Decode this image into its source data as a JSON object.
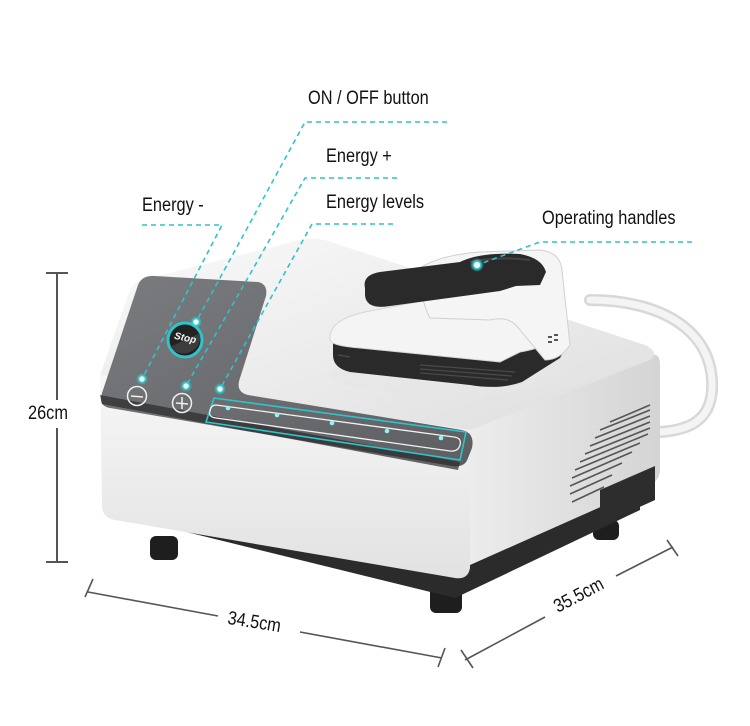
{
  "callouts": {
    "on_off": "ON / OFF button",
    "energy_plus": "Energy +",
    "energy_levels": "Energy levels",
    "energy_minus": "Energy -",
    "operating_handles": "Operating handles"
  },
  "device": {
    "stop_button_label": "Stop",
    "energy_level_count": 5
  },
  "dimensions": {
    "height": "26cm",
    "width": "34.5cm",
    "depth": "35.5cm"
  },
  "colors": {
    "accent_cyan": "#2ec4c9",
    "panel_gray": "#6b6d70",
    "body_white": "#f2f2f2",
    "dark_base": "#2a2a2a"
  }
}
